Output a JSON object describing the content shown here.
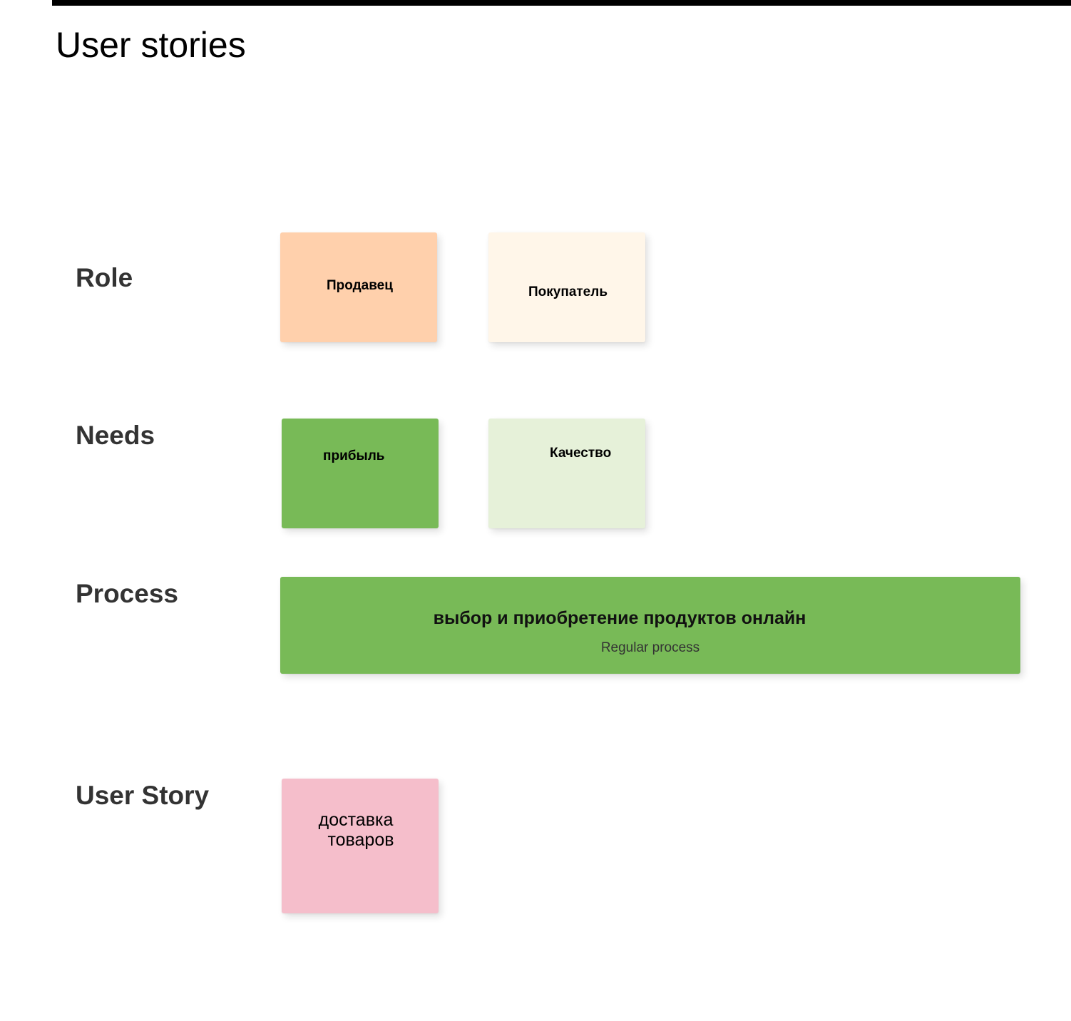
{
  "page": {
    "title": "User stories"
  },
  "rows": {
    "role": "Role",
    "needs": "Needs",
    "process": "Process",
    "user_story": "User Story"
  },
  "stickies": {
    "seller": {
      "text": "Продавец",
      "color": "#FFD0AC"
    },
    "buyer": {
      "text": "Покупатель",
      "color": "#FFF6E9"
    },
    "profit": {
      "text": "прибыль",
      "color": "#78BA57"
    },
    "quality": {
      "text": "Качество",
      "color": "#E6F1D9"
    },
    "process": {
      "title": "выбор и приобретение продуктов онлайн",
      "subtitle": "Regular process",
      "color": "#78BA57"
    },
    "story": {
      "line1": "доставка",
      "line2": "товаров",
      "color": "#F5BECB"
    }
  }
}
